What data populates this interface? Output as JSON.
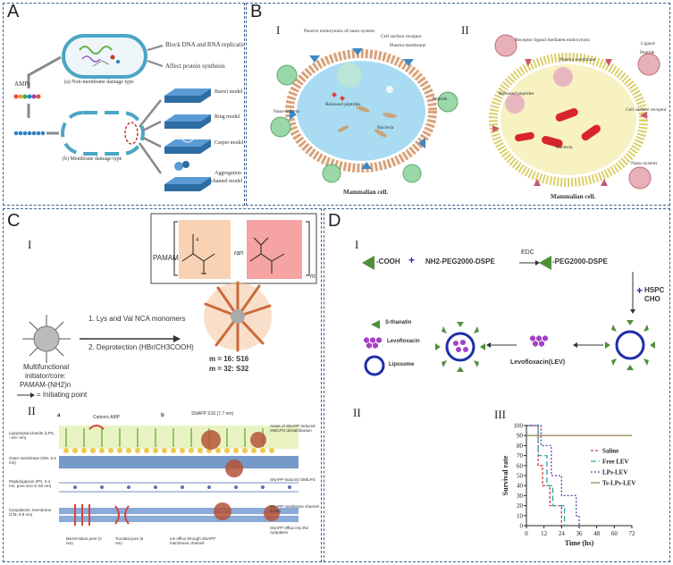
{
  "panels": {
    "A": {
      "label": "A",
      "amps": "AMPs",
      "non_membrane_caption": "(a) Non-membrane damage type",
      "membrane_caption": "(b) Membrane damage type",
      "effects": [
        "Block DNA and RNA replication",
        "Affect protein synthesis"
      ],
      "models": [
        "Barrel model",
        "Ring model",
        "Carpet model",
        "Aggregation",
        "channel model"
      ]
    },
    "B": {
      "label": "B",
      "sub_I": "I",
      "sub_II": "II",
      "I_labels": {
        "passive": "Passive endocytosis of nano-system",
        "receptor": "Cell surface receptor",
        "plasma": "Plasma membrane",
        "nano": "Nano-system",
        "released": "Released peptides",
        "peptide": "Peptide",
        "bacteria": "Bacteria",
        "cell": "Mammalian cell."
      },
      "II_labels": {
        "receptor_ligand": "Receptor ligand mediated endocytosis",
        "plasma": "Plasma membrane",
        "ligand": "Ligand",
        "peptide": "Peptide",
        "released": "Released peptides",
        "receptor": "Cell surface receptor",
        "bacteria": "Bacteria",
        "nano": "Nano-system",
        "cell": "Mammalian cell."
      }
    },
    "C": {
      "label": "C",
      "sub_I": "I",
      "sub_II": "II",
      "polymer_prefix": "PAMAM",
      "ran": "ran",
      "subscript_4": "4",
      "subscript_m": "m",
      "step1": "1. Lys and Val NCA monomers",
      "step2": "2. Deprotection (HBr/CH3COOH)",
      "initiator": [
        "Multifunctional",
        "initiator/core:",
        "PAMAM-(NH2)n"
      ],
      "initiating_point": "= Initiating point",
      "m16": "m = 16: S16",
      "m32": "m = 32: S32",
      "mech_labels": {
        "a": "a",
        "b": "b",
        "cationic": "Cationic AMP",
        "snapp": "SNAPP S16 (7.7 nm)",
        "lps": "Lipopolysaccharide (LPS, ~10+ nm)",
        "outer": "Outer membrane (OM, 6.9 nm)",
        "pg": "Peptidoglycan (PG, 6.4 nm, pore size 5–50 nm)",
        "cyto": "Cytoplasmic membrane (CM, 5.8 nm)",
        "barrel": "Barrel-stave pore (2 nm)",
        "toroidal": "Toroidal pore (6 nm)",
        "ion": "Ion efflux through SNAPP membrane channel",
        "areas": "Areas of SNAPP-induced OM/LPS destabilization",
        "snapp_pg": "SNAPP-induced OM/LPS",
        "cm_channel": "SNAPP membrane channel in CM",
        "efflux": "SNAPP efflux into the cytoplasm"
      }
    },
    "D": {
      "label": "D",
      "sub_I": "I",
      "sub_II": "II",
      "sub_III": "III",
      "cooh": "-COOH",
      "plus": "+",
      "nh2": "NH2-PEG2000-DSPE",
      "edc": "EDC",
      "peg": "-PEG2000-DSPE",
      "hspc": "HSPC",
      "cho": "CHO",
      "legend": [
        "S-thanatin",
        "Levofloxacin",
        "Liposome"
      ],
      "lev_label": "Levofloxacin(LEV)"
    }
  },
  "chart_data": {
    "type": "line",
    "subtype": "step",
    "title": "",
    "xlabel": "Time (hs)",
    "ylabel": "Survival rate",
    "xlim": [
      0,
      72
    ],
    "ylim": [
      0,
      100
    ],
    "xticks": [
      0,
      12,
      24,
      36,
      48,
      60,
      72
    ],
    "yticks": [
      0,
      10,
      20,
      30,
      40,
      50,
      60,
      70,
      80,
      90,
      100
    ],
    "grid": false,
    "legend_position": "right",
    "series": [
      {
        "name": "Saline",
        "color": "#d43b3b",
        "dash": "3,2",
        "x": [
          0,
          8,
          11,
          16,
          24
        ],
        "y": [
          100,
          60,
          40,
          20,
          0
        ]
      },
      {
        "name": "Free LEV",
        "color": "#2aa6a8",
        "dash": "6,3",
        "x": [
          0,
          8,
          14,
          18,
          26
        ],
        "y": [
          100,
          70,
          40,
          20,
          0
        ]
      },
      {
        "name": "LPs-LEV",
        "color": "#5a3ea8",
        "dash": "2,2",
        "x": [
          0,
          10,
          17,
          24,
          34,
          36
        ],
        "y": [
          100,
          80,
          50,
          30,
          10,
          0
        ]
      },
      {
        "name": "Ts-LPs-LEV",
        "color": "#9a8a5a",
        "dash": "",
        "x": [
          0,
          72
        ],
        "y": [
          90,
          90
        ]
      }
    ]
  }
}
